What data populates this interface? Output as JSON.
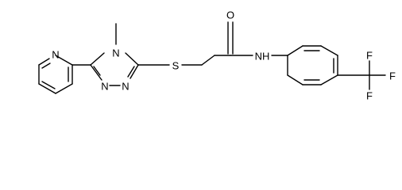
{
  "molecule": {
    "atoms": {
      "pyridine_n": "N",
      "triazole_n4": "N",
      "methyl": "",
      "triazole_n1": "N",
      "triazole_n2": "N",
      "sulfur": "S",
      "carbonyl_o": "O",
      "amide_nh": "NH",
      "f_top": "F",
      "f_right": "F",
      "f_bottom": "F"
    },
    "bond_color": "#000000",
    "background": "#ffffff"
  }
}
